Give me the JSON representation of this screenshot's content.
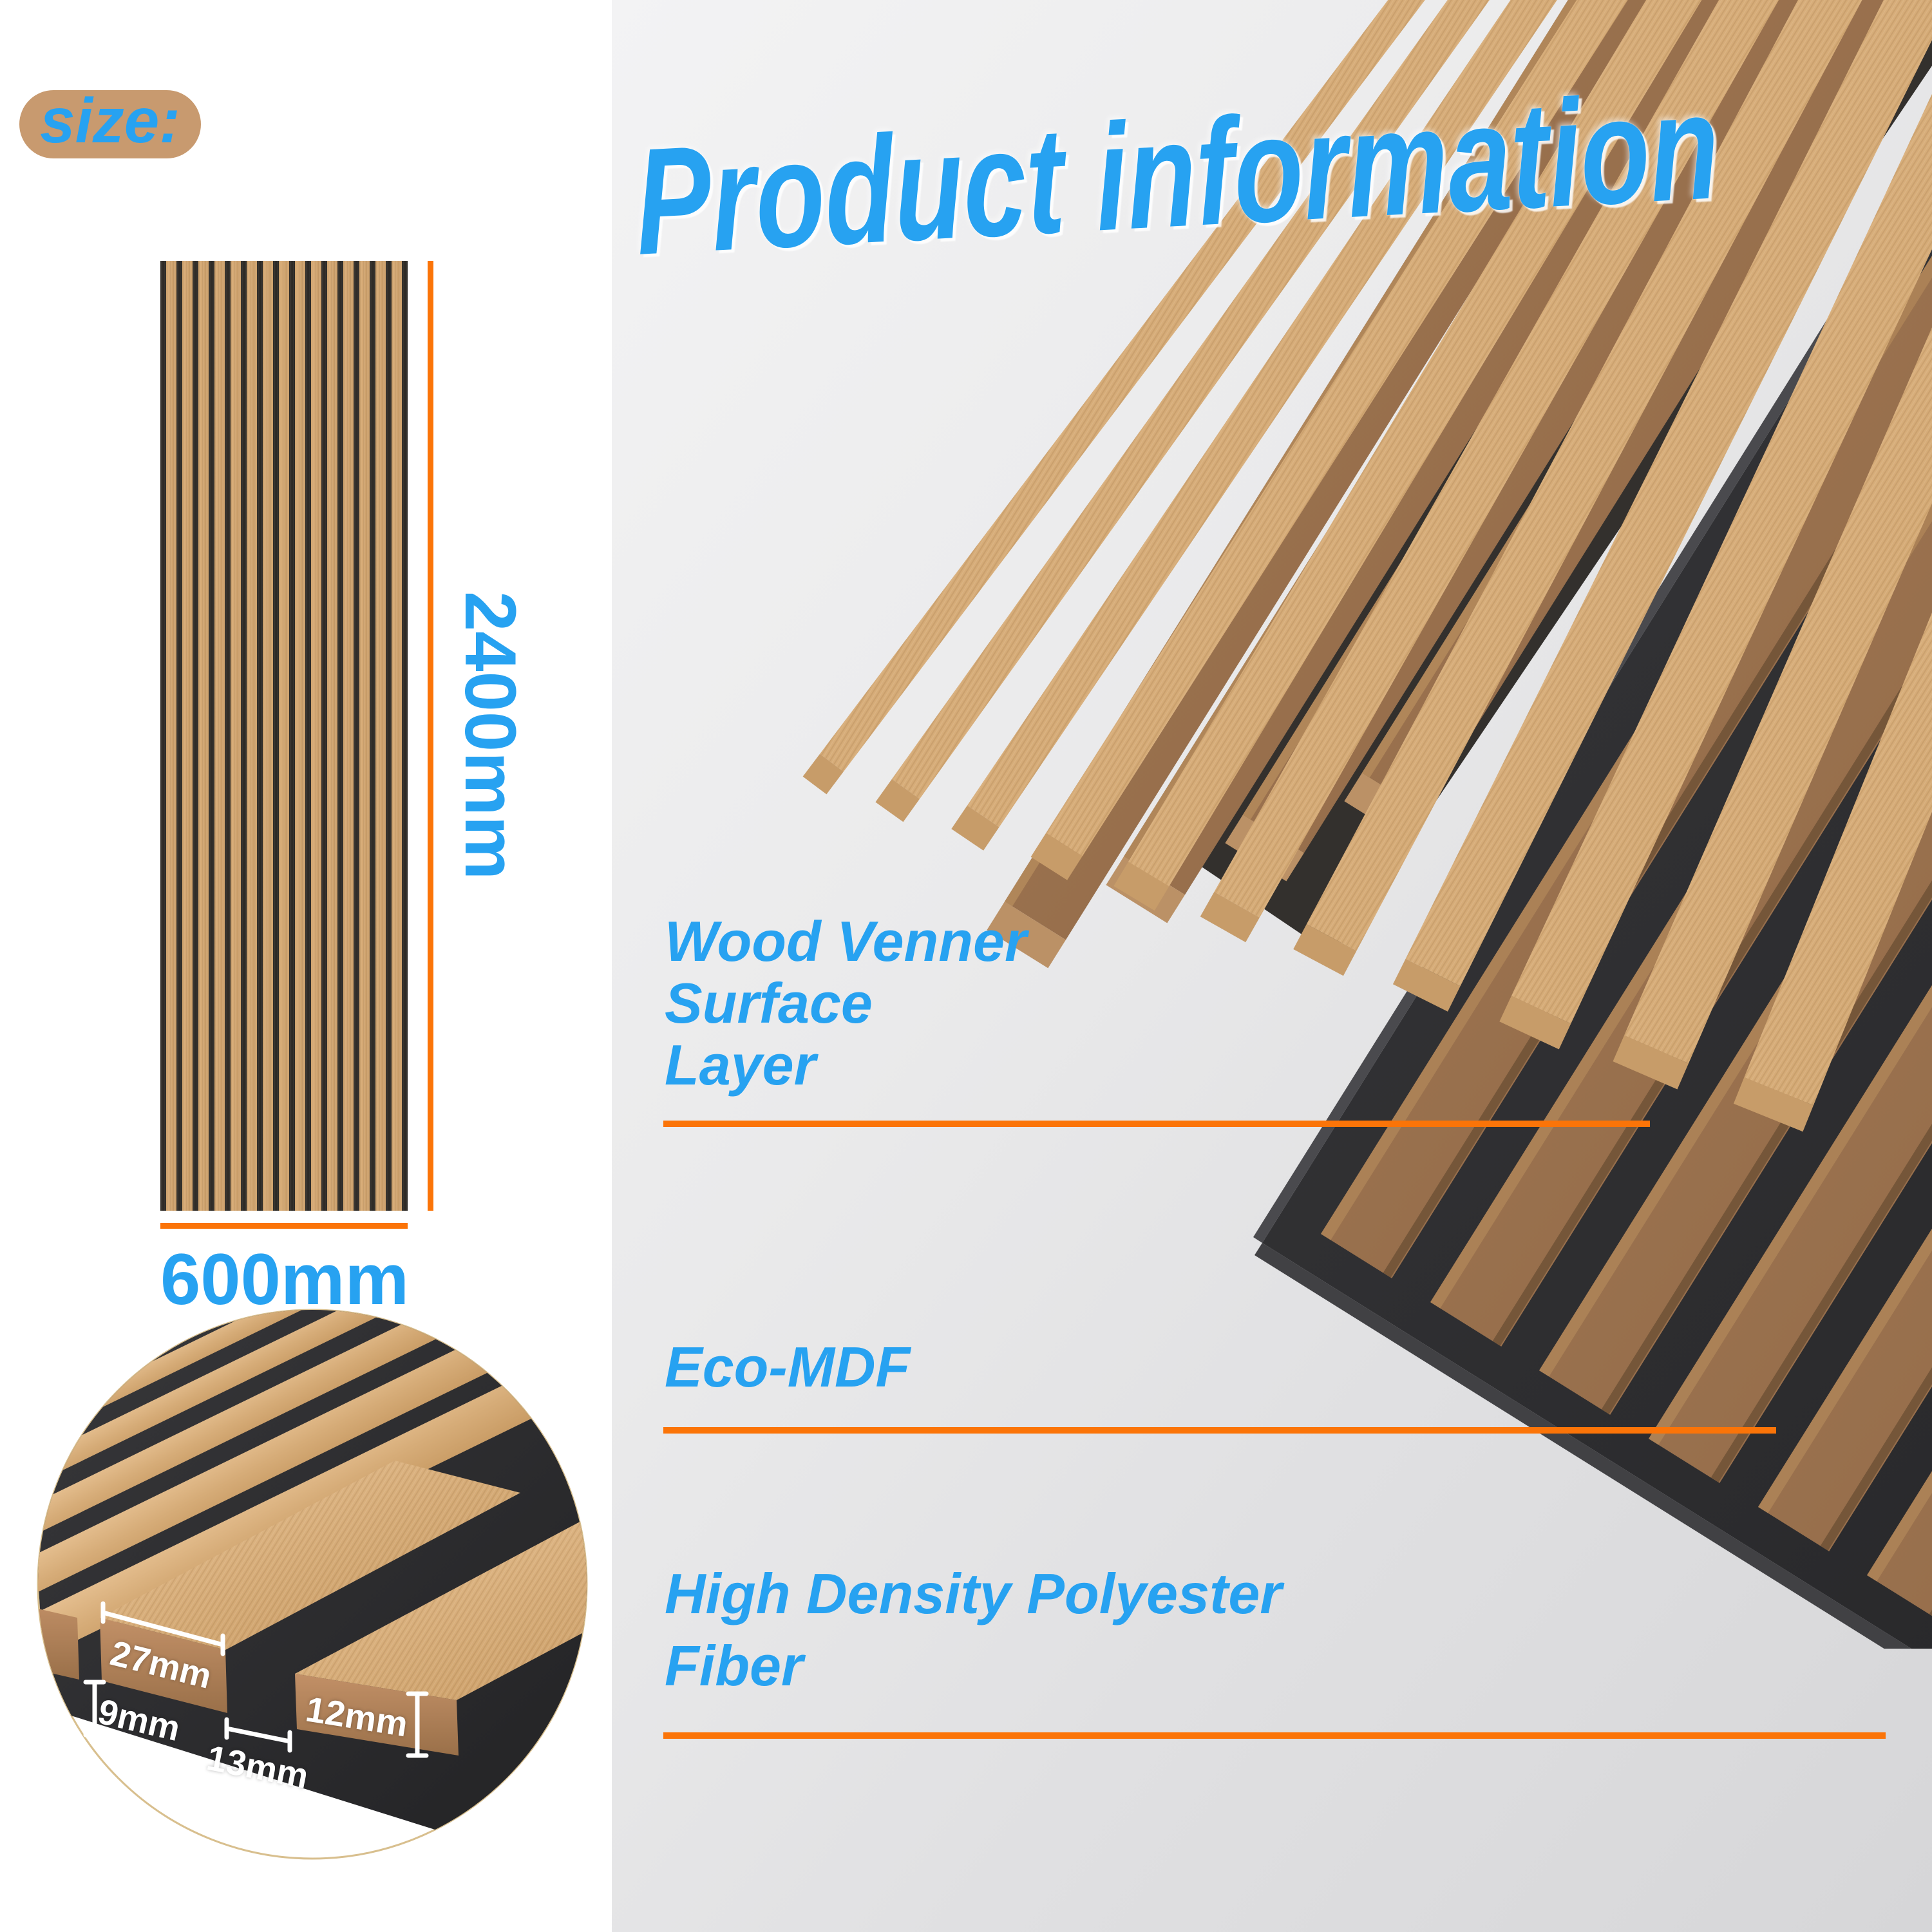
{
  "size_badge": "size:",
  "title": "Product information",
  "dimensions": {
    "height": "2400mm",
    "width": "600mm"
  },
  "detail": {
    "slat_width": "27mm",
    "felt_thickness": "9mm",
    "slot_gap": "13mm",
    "slat_thickness": "12mm"
  },
  "layers": [
    {
      "lines": [
        "Wood Venner",
        "Surface",
        "Layer"
      ]
    },
    {
      "lines": [
        "Eco-MDF"
      ]
    },
    {
      "lines": [
        "High Density Polyester",
        "Fiber"
      ]
    }
  ],
  "colors": {
    "accent_blue": "#27a2f1",
    "accent_orange": "#fb7408",
    "badge_tan": "#c89a6f",
    "wood_light": "#d5ab77",
    "mdf_brown": "#9b7450",
    "felt_dark": "#2c2c2e"
  }
}
